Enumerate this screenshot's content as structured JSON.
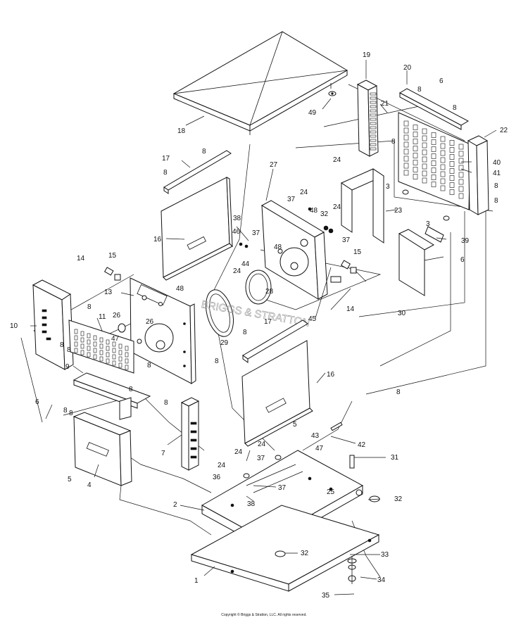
{
  "copyright": "Copyright © Briggs & Stratton, LLC. All rights reserved.",
  "watermark": "BRIGGS & STRATTON",
  "callouts": {
    "p1": "1",
    "p2": "2",
    "p3a": "3",
    "p3b": "3",
    "p4": "4",
    "p5a": "5",
    "p5b": "5",
    "p6a": "6",
    "p6b": "6",
    "p6c": "6",
    "p7": "7",
    "p8a": "8",
    "p8b": "8",
    "p8c": "8",
    "p8d": "8",
    "p8e": "8",
    "p8f": "8",
    "p8g": "8",
    "p8h": "8",
    "p8i": "8",
    "p8j": "8",
    "p8k": "8",
    "p8l": "8",
    "p8m": "8",
    "p8n": "8",
    "p8o": "8",
    "p8p": "8",
    "p8q": "8",
    "p8r": "8",
    "p9": "9",
    "p10": "10",
    "p11": "11",
    "p13": "13",
    "p14a": "14",
    "p14b": "14",
    "p15a": "15",
    "p15b": "15",
    "p16a": "16",
    "p16b": "16",
    "p17a": "17",
    "p17b": "17",
    "p18": "18",
    "p19": "19",
    "p20": "20",
    "p21": "21",
    "p22": "22",
    "p23": "23",
    "p24a": "24",
    "p24b": "24",
    "p24c": "24",
    "p24d": "24",
    "p24e": "24",
    "p24f": "24",
    "p24g": "24",
    "p25": "25",
    "p26a": "26",
    "p26b": "26",
    "p27": "27",
    "p28": "28",
    "p29": "29",
    "p30": "30",
    "p31": "31",
    "p32a": "32",
    "p32b": "32",
    "p32c": "32",
    "p33": "33",
    "p34": "34",
    "p35": "35",
    "p36": "36",
    "p37a": "37",
    "p37b": "37",
    "p37c": "37",
    "p37d": "37",
    "p37e": "37",
    "p38a": "38",
    "p38b": "38",
    "p39": "39",
    "p40": "40",
    "p41": "41",
    "p42": "42",
    "p43": "43",
    "p44": "44",
    "p45": "45",
    "p46": "46",
    "p47a": "47",
    "p47b": "47",
    "p48a": "48",
    "p48b": "48",
    "p48c": "48",
    "p49": "49"
  }
}
